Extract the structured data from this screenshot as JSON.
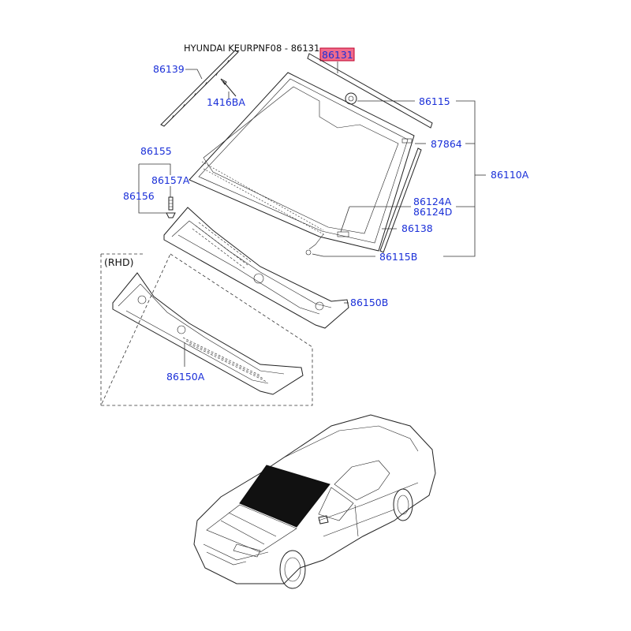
{
  "header": {
    "title": "HYUNDAI KEURPNF08 - 86131"
  },
  "highlight": {
    "part_no": "86131",
    "fill_color": "#f06b8c",
    "border_color": "#c0002a"
  },
  "label_color": "#1a2fd8",
  "labels": {
    "p86139": "86139",
    "p1416ba": "1416BA",
    "p86115": "86115",
    "p87864": "87864",
    "p86110a": "86110A",
    "p86155": "86155",
    "p86157a": "86157A",
    "p86156": "86156",
    "p86124a": "86124A",
    "p86124d": "86124D",
    "p86138": "86138",
    "p86115b": "86115B",
    "p86150b": "86150B",
    "p86150a": "86150A",
    "rhd": "(RHD)"
  }
}
